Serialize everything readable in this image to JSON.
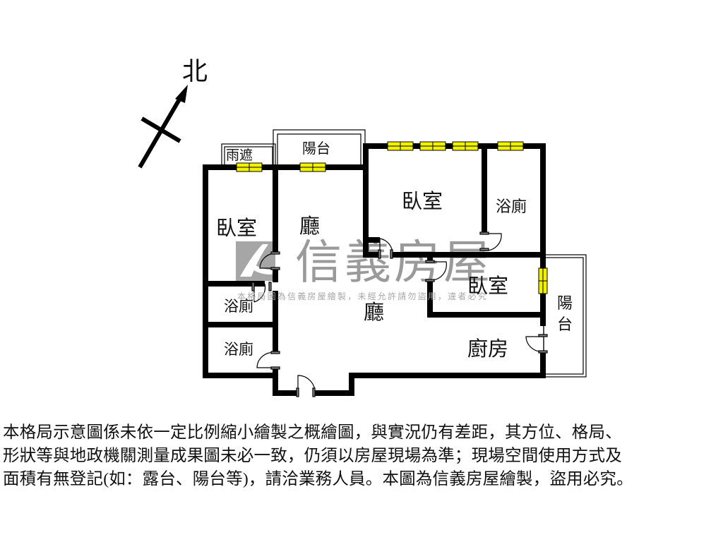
{
  "compass": {
    "label": "北",
    "direction_deg": 37
  },
  "rooms": [
    {
      "id": "rain-shelter",
      "label": "雨遮"
    },
    {
      "id": "balcony-top",
      "label": "陽台"
    },
    {
      "id": "bedroom-left",
      "label": "臥室"
    },
    {
      "id": "living-top",
      "label": "廳"
    },
    {
      "id": "bedroom-top-right",
      "label": "臥室"
    },
    {
      "id": "bath-top-right",
      "label": "浴廁"
    },
    {
      "id": "bath-left-1",
      "label": "浴廁"
    },
    {
      "id": "living-main",
      "label": "廳"
    },
    {
      "id": "bedroom-mid-right",
      "label": "臥室"
    },
    {
      "id": "bath-left-2",
      "label": "浴廁"
    },
    {
      "id": "kitchen",
      "label": "廚房"
    },
    {
      "id": "balcony-right-1",
      "label": "陽"
    },
    {
      "id": "balcony-right-2",
      "label": "台"
    }
  ],
  "watermark": {
    "brand": "信義房屋",
    "notice": "本格局圖為信義房屋繪製，未經允許請勿盜用，違者必究"
  },
  "colors": {
    "wall": "#000000",
    "window": "#f2f200",
    "watermark": "#9a9a9a"
  },
  "disclaimer": {
    "lines": [
      "本格局示意圖係未依一定比例縮小繪製之概繪圖，與實況仍有差距，其方位、格局、",
      "形狀等與地政機關測量成果圖未必一致，仍須以房屋現場為準；現場空間使用方式及",
      "面積有無登記(如：露台、陽台等)，請洽業務人員。本圖為信義房屋繪製，盜用必究。"
    ]
  }
}
